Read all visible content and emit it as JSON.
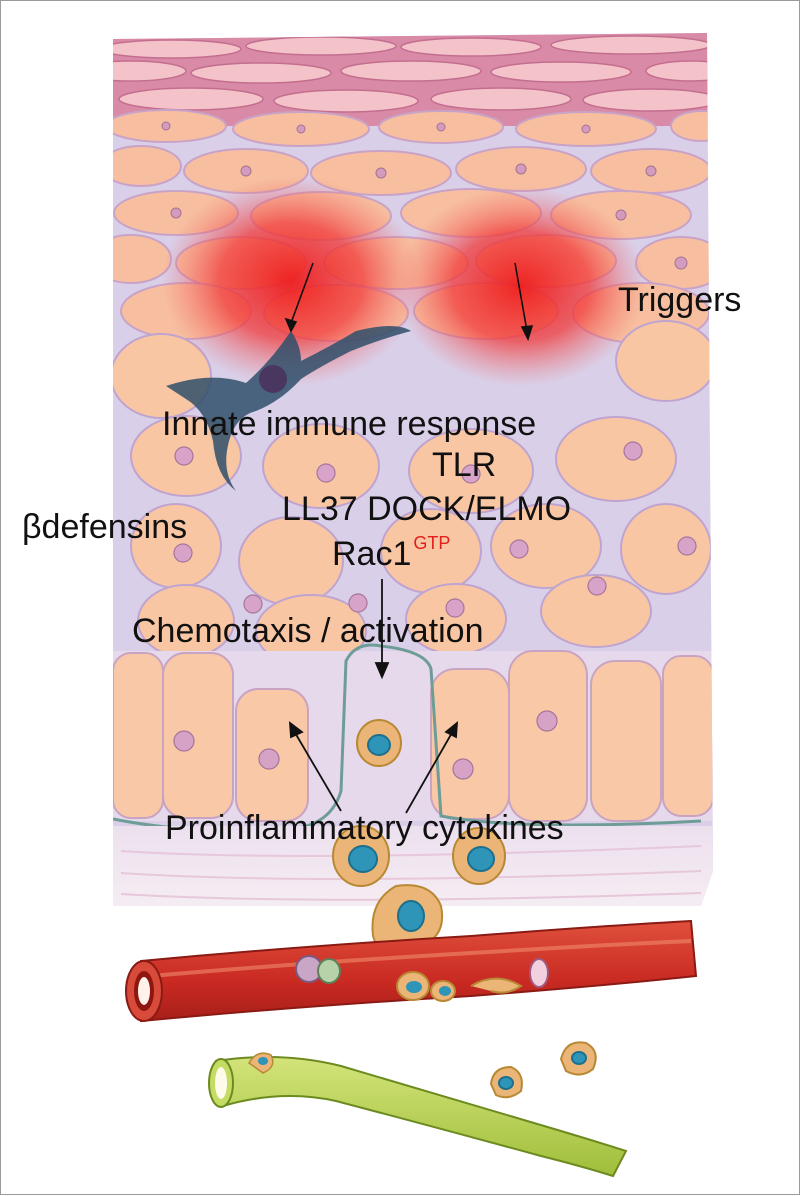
{
  "labels": {
    "triggers": "Triggers",
    "innate": "Innate immune response",
    "tlr": "TLR",
    "ll37": "LL37 DOCK/ELMO",
    "rac1": "Rac1",
    "gtp": "GTP",
    "defensins": "βdefensins",
    "chemotaxis": "Chemotaxis / activation",
    "cytokines": "Proinflammatory cytokines"
  },
  "colors": {
    "epidermis_cell": "#f9c8a5",
    "nucleus": "#d9a6c4",
    "inflammation": "#e82424",
    "dermis": "#e9dcea",
    "vessel": "#d83a2c",
    "lymph_vessel": "#b7d05c",
    "immune_cell_nucleus": "#2f95b8"
  }
}
